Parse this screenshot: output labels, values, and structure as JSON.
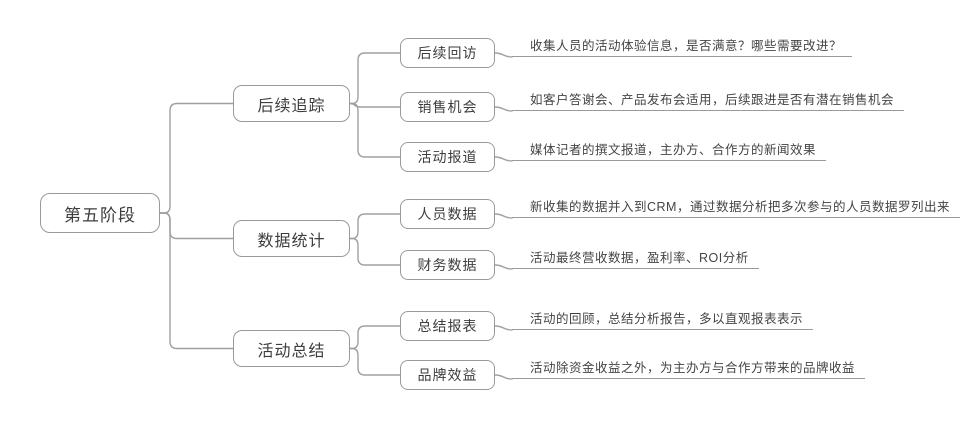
{
  "colors": {
    "node_border": "#9a9a9a",
    "connector": "#a0a0a0",
    "text": "#3d3d3d"
  },
  "mindmap": {
    "root": {
      "label": "第五阶段"
    },
    "branches": [
      {
        "label": "后续追踪",
        "children": [
          {
            "label": "后续回访",
            "desc": "收集人员的活动体验信息，是否满意？哪些需要改进？"
          },
          {
            "label": "销售机会",
            "desc": "如客户答谢会、产品发布会适用，后续跟进是否有潜在销售机会"
          },
          {
            "label": "活动报道",
            "desc": "媒体记者的撰文报道，主办方、合作方的新闻效果"
          }
        ]
      },
      {
        "label": "数据统计",
        "children": [
          {
            "label": "人员数据",
            "desc": "新收集的数据并入到CRM，通过数据分析把多次参与的人员数据罗列出来"
          },
          {
            "label": "财务数据",
            "desc": "活动最终营收数据，盈利率、ROI分析"
          }
        ]
      },
      {
        "label": "活动总结",
        "children": [
          {
            "label": "总结报表",
            "desc": "活动的回顾，总结分析报告，多以直观报表表示"
          },
          {
            "label": "品牌效益",
            "desc": "活动除资金收益之外，为主办方与合作方带来的品牌收益"
          }
        ]
      }
    ]
  }
}
